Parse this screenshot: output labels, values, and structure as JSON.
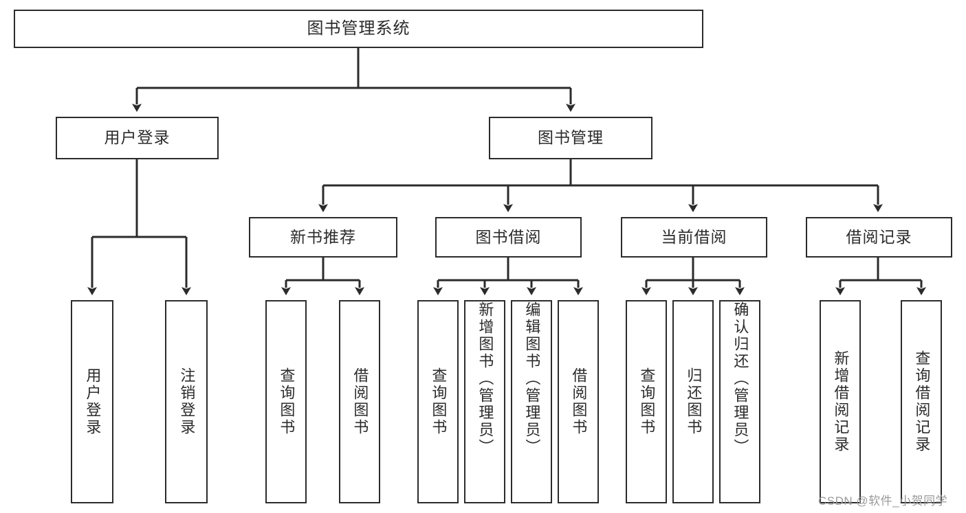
{
  "diagram": {
    "title": "图书管理系统",
    "type": "tree-hierarchy-chart",
    "root": {
      "label": "图书管理系统"
    },
    "level2": [
      {
        "label": "用户登录"
      },
      {
        "label": "图书管理"
      }
    ],
    "level3": [
      {
        "label": "新书推荐"
      },
      {
        "label": "图书借阅"
      },
      {
        "label": "当前借阅"
      },
      {
        "label": "借阅记录"
      }
    ],
    "leaves": {
      "user_login": [
        {
          "label": "用户登录"
        },
        {
          "label": "注销登录"
        }
      ],
      "new_book_recommend": [
        {
          "label": "查询图书"
        },
        {
          "label": "借阅图书"
        }
      ],
      "book_borrow": [
        {
          "label": "查询图书"
        },
        {
          "label": "新增图书（管理员）"
        },
        {
          "label": "编辑图书（管理员）"
        },
        {
          "label": "借阅图书"
        }
      ],
      "current_borrow": [
        {
          "label": "查询图书"
        },
        {
          "label": "归还图书"
        },
        {
          "label": "确认归还（管理员）"
        }
      ],
      "borrow_record": [
        {
          "label": "新增借阅记录"
        },
        {
          "label": "查询借阅记录"
        }
      ]
    }
  },
  "colors": {
    "stroke": "#2b2b2b",
    "fill": "#ffffff",
    "watermark": "#9a9a9a"
  },
  "watermark": {
    "text": "CSDN @软件_小贺同学"
  }
}
